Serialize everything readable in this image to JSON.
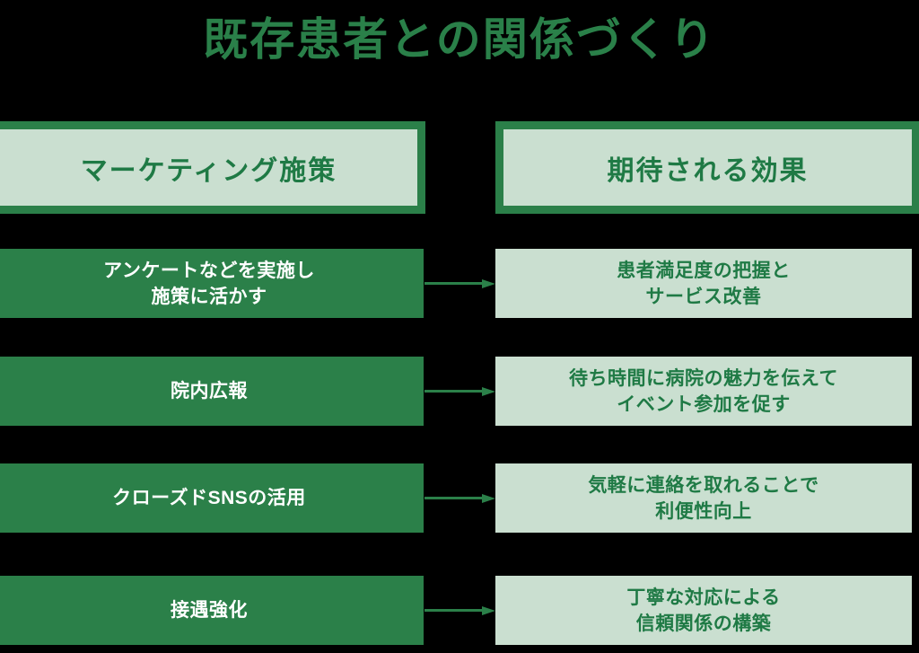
{
  "title": "既存患者との関係づくり",
  "colors": {
    "background": "#000000",
    "dark_green": "#2b8049",
    "light_green": "#cadfd0",
    "title_green": "#2a8049",
    "white": "#ffffff"
  },
  "headers": {
    "left": "マーケティング施策",
    "right": "期待される効果"
  },
  "rows": [
    {
      "measure": {
        "line1": "アンケートなどを実施し",
        "line2": "施策に活かす"
      },
      "effect": {
        "line1": "患者満足度の把握と",
        "line2": "サービス改善"
      },
      "arrow": "arrow-right"
    },
    {
      "measure": {
        "line1": "院内広報",
        "line2": ""
      },
      "effect": {
        "line1": "待ち時間に病院の魅力を伝えて",
        "line2": "イベント参加を促す"
      },
      "arrow": "arrow-right"
    },
    {
      "measure": {
        "line1": "クローズドSNSの活用",
        "line2": ""
      },
      "effect": {
        "line1": "気軽に連絡を取れることで",
        "line2": "利便性向上"
      },
      "arrow": "arrow-right"
    },
    {
      "measure": {
        "line1": "接遇強化",
        "line2": ""
      },
      "effect": {
        "line1": "丁寧な対応による",
        "line2": "信頼関係の構築"
      },
      "arrow": "arrow-right"
    }
  ]
}
